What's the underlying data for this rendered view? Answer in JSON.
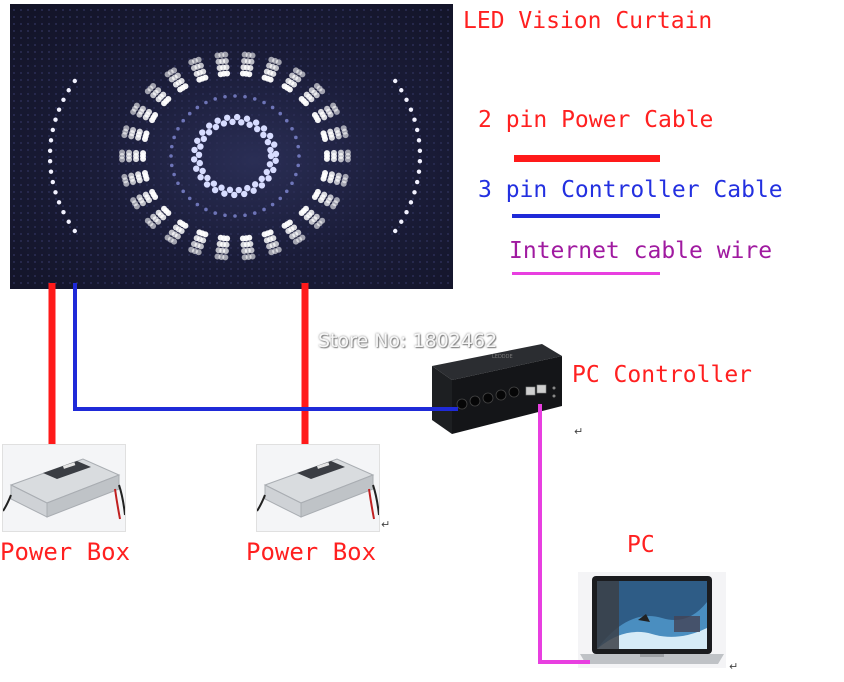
{
  "title": "LED Vision Curtain",
  "legend": [
    {
      "label": "2 pin Power Cable",
      "color": "#ff1a1a"
    },
    {
      "label": "3 pin Controller Cable",
      "color": "#1f2ad8"
    },
    {
      "label": "Internet cable wire",
      "color": "#e83fe0"
    }
  ],
  "nodes": {
    "power_box_left": "Power Box",
    "power_box_right": "Power Box",
    "pc_controller": "PC Controller",
    "pc": "PC"
  },
  "watermark": "Store No: 1802462",
  "return_mark": "↵",
  "colors": {
    "power_cable": "#ff1a1a",
    "controller_cable": "#1f2ad8",
    "internet_cable": "#e83fe0",
    "curtain_bg": "#17182e"
  }
}
